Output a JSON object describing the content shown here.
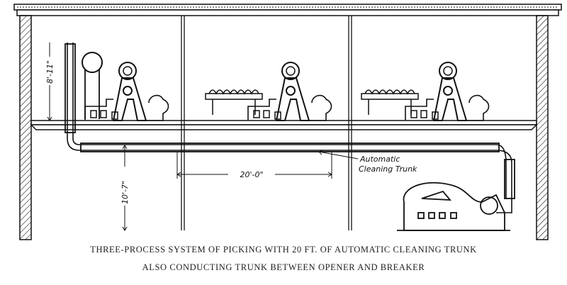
{
  "caption": {
    "line1": "THREE-PROCESS SYSTEM OF PICKING WITH 20 FT. OF AUTOMATIC CLEANING TRUNK",
    "line2": "ALSO CONDUCTING TRUNK BETWEEN OPENER AND BREAKER"
  },
  "labels": {
    "trunk_line1": "Automatic",
    "trunk_line2": "Cleaning Trunk",
    "dim_upper_height": "8'-11\"",
    "dim_lower_height": "10'-7\"",
    "dim_trunk_length": "20'-0\""
  },
  "colors": {
    "ink": "#111111",
    "paper": "#ffffff"
  }
}
